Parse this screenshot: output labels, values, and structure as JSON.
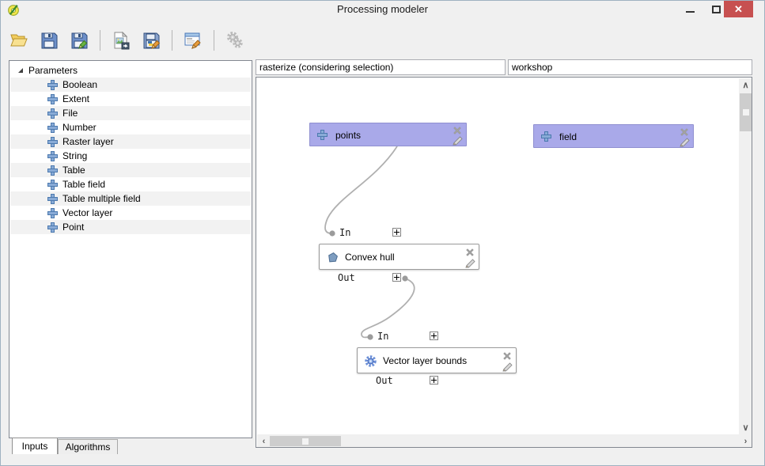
{
  "window": {
    "title": "Processing modeler"
  },
  "glyphs": {
    "close": "✕",
    "scroll_up": "∧",
    "scroll_down": "∨",
    "scroll_left": "‹",
    "scroll_right": "›"
  },
  "toolbar": {
    "buttons": [
      {
        "icon": "open-model-icon"
      },
      {
        "icon": "save-model-icon"
      },
      {
        "icon": "save-model-as-icon"
      },
      {
        "icon": "export-as-image-icon"
      },
      {
        "icon": "export-as-python-icon"
      },
      {
        "icon": "edit-model-help-icon"
      },
      {
        "icon": "run-model-icon"
      }
    ]
  },
  "sidebar": {
    "root_label": "Parameters",
    "items": [
      "Boolean",
      "Extent",
      "File",
      "Number",
      "Raster layer",
      "String",
      "Table",
      "Table field",
      "Table multiple field",
      "Vector layer",
      "Point"
    ],
    "tabs": [
      {
        "label": "Inputs",
        "active": true
      },
      {
        "label": "Algorithms",
        "active": false
      }
    ]
  },
  "model": {
    "name": "rasterize (considering selection)",
    "group": "workshop"
  },
  "canvas": {
    "inputs": [
      {
        "label": "points"
      },
      {
        "label": "field"
      }
    ],
    "algorithms": [
      {
        "label": "Convex hull"
      },
      {
        "label": "Vector layer bounds"
      }
    ],
    "port_in_label": "In",
    "port_out_label": "Out"
  },
  "colors": {
    "param_box": "#a9a9e9",
    "param_box_border": "#8f8fd0",
    "close_button": "#c75050",
    "wire": "#b0b0b0",
    "window_bg": "#f0f0f0"
  }
}
